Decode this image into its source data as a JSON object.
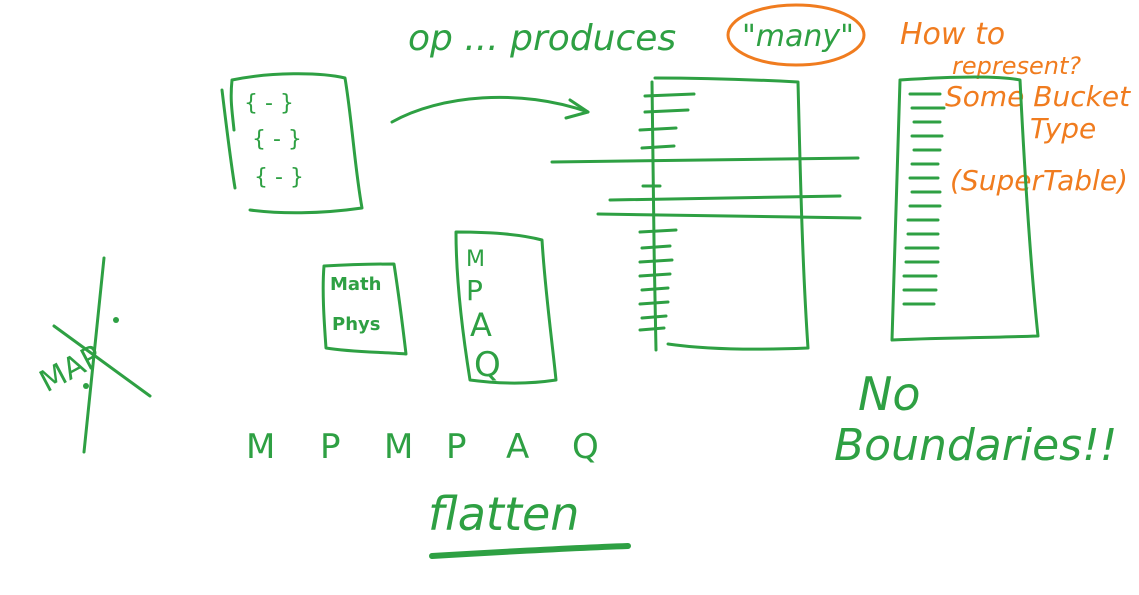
{
  "colors": {
    "green_ink": "#2ea043",
    "orange_ink": "#f07c1f",
    "background": "#ffffff"
  },
  "header": {
    "op_text": "op ... produces",
    "quote_word": "\"many\""
  },
  "orange_note": {
    "line1": "How to",
    "line2": "represent?",
    "line3": "Some Bucket",
    "line4": "Type",
    "line5": "(SuperTable)"
  },
  "source_doc": {
    "rows": [
      "{ - }",
      "{ - }",
      "{ - }"
    ]
  },
  "small_table": {
    "rows": [
      "Math",
      "Phys"
    ]
  },
  "tall_list": {
    "items": [
      "M",
      "P",
      "A",
      "Q"
    ]
  },
  "flat_sequence": {
    "items": [
      "M",
      "P",
      "M",
      "P",
      "A",
      "Q"
    ]
  },
  "flatten_label": "flatten",
  "no_boundaries": {
    "line1": "No",
    "line2": "Boundaries!!"
  },
  "crossed_note": {
    "text": "MAP"
  }
}
